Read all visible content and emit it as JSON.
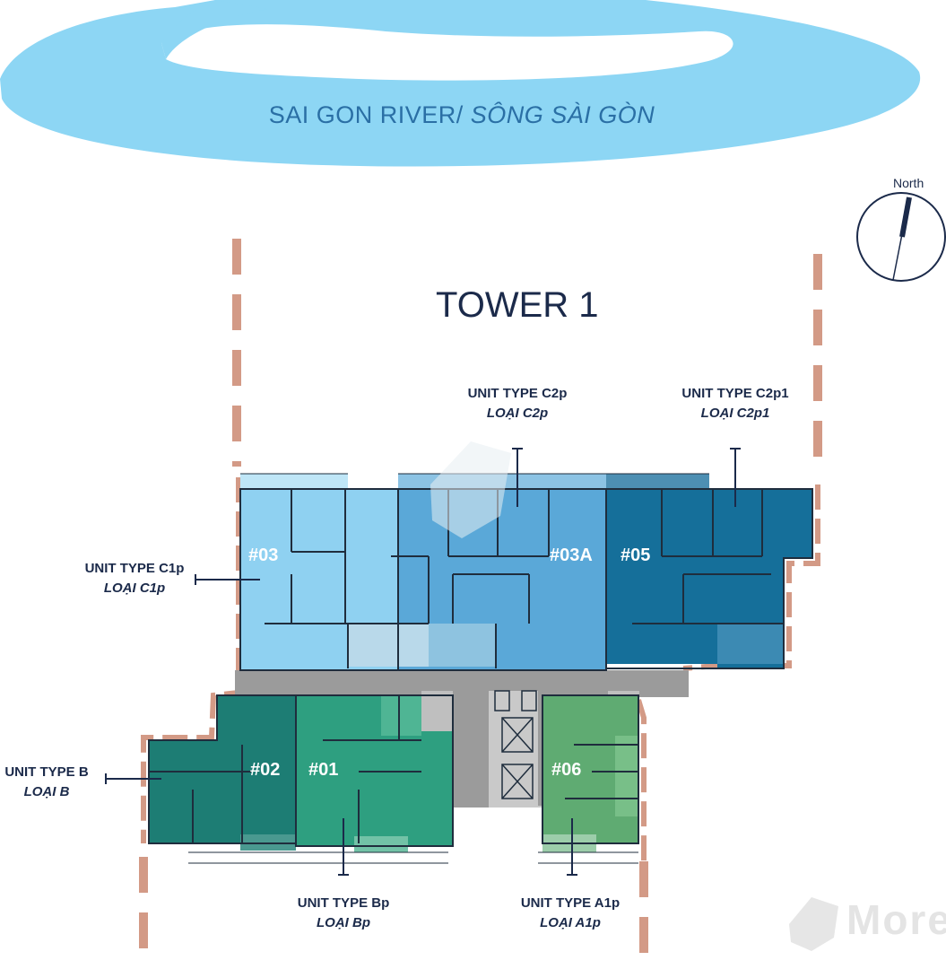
{
  "river": {
    "label_en": "SAI GON RIVER/ ",
    "label_vi": "SÔNG SÀI GÒN",
    "color": "#8dd6f4"
  },
  "tower": {
    "title": "TOWER 1"
  },
  "compass": {
    "label": "North"
  },
  "units": [
    {
      "no": "#03",
      "type": "UNIT TYPE C1p",
      "loai": "LOẠI C1p",
      "color": "#8fd1f1"
    },
    {
      "no": "#03A",
      "type": "UNIT TYPE C2p",
      "loai": "LOẠI C2p",
      "color": "#5aa8d8"
    },
    {
      "no": "#05",
      "type": "UNIT TYPE C2p1",
      "loai": "LOẠI C2p1",
      "color": "#156f9a"
    },
    {
      "no": "#02",
      "type": "UNIT TYPE B",
      "loai": "LOẠI B",
      "color": "#1d7d74"
    },
    {
      "no": "#01",
      "type": "UNIT TYPE Bp",
      "loai": "LOẠI Bp",
      "color": "#2e9f80"
    },
    {
      "no": "#06",
      "type": "UNIT TYPE A1p",
      "loai": "LOẠI A1p",
      "color": "#5fab72"
    }
  ],
  "colors": {
    "boundary": "#d39a86",
    "core": "#9b9b9b",
    "wall": "#1f2d3d",
    "text": "#1b2a4a"
  },
  "watermark": {
    "text": "More"
  }
}
